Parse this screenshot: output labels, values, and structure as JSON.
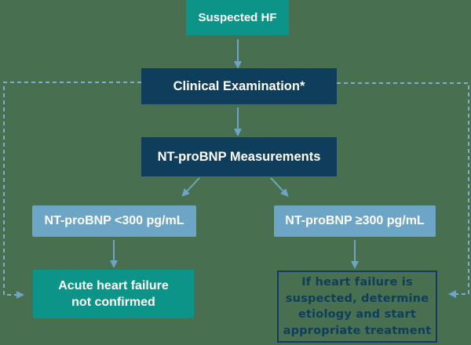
{
  "diagram": {
    "topic": "Suspected HF NT-proBNP diagnostic flowchart",
    "nodes": {
      "suspected": {
        "label": "Suspected HF"
      },
      "clinical": {
        "label": "Clinical Examination*"
      },
      "measurements": {
        "label": "NT-proBNP Measurements"
      },
      "ntprobnp_low": {
        "label": "NT-proBNP <300 pg/mL"
      },
      "ntprobnp_high": {
        "label": "NT-proBNP ≥300 pg/mL"
      },
      "acute_not_confirmed": {
        "label": "Acute heart failure not confirmed",
        "lines": [
          "Acute heart failure",
          "not confirmed"
        ]
      },
      "hf_treatment": {
        "label": "If heart failure is suspected, determine etiology and start appropriate treatment",
        "lines": [
          "If heart failure is",
          "suspected, determine",
          "etiology and start",
          "appropriate treatment"
        ]
      }
    },
    "edges": [
      {
        "from": "suspected",
        "to": "clinical",
        "style": "solid"
      },
      {
        "from": "clinical",
        "to": "measurements",
        "style": "solid"
      },
      {
        "from": "measurements",
        "to": "ntprobnp_low",
        "style": "solid"
      },
      {
        "from": "measurements",
        "to": "ntprobnp_high",
        "style": "solid"
      },
      {
        "from": "ntprobnp_low",
        "to": "acute_not_confirmed",
        "style": "solid"
      },
      {
        "from": "ntprobnp_high",
        "to": "hf_treatment",
        "style": "solid"
      },
      {
        "from": "clinical",
        "to": "acute_not_confirmed",
        "style": "dashed"
      },
      {
        "from": "clinical",
        "to": "hf_treatment",
        "style": "dashed"
      }
    ],
    "colors": {
      "background": "#487050",
      "teal": "#0D9489",
      "navy": "#0F3D5C",
      "light_blue": "#6DA5C6",
      "arrow": "#6FA5C4",
      "dashed_arrow": "#7FADCF",
      "text_light": "#FFFFFF"
    }
  }
}
